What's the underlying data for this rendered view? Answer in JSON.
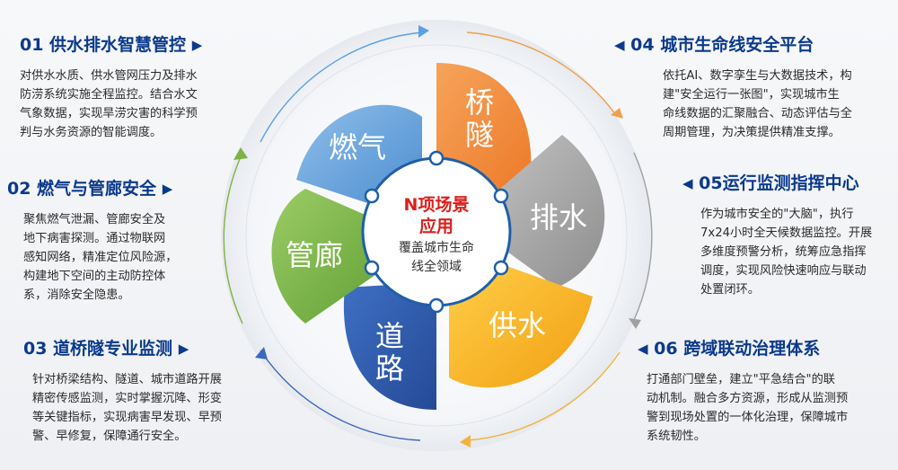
{
  "center": {
    "title_line1": "N项场景",
    "title_line2": "应用",
    "subtitle_line1": "覆盖城市生命",
    "subtitle_line2": "线全领域"
  },
  "petals": {
    "qiaosui": {
      "char1": "桥",
      "char2": "隧",
      "color": "#f08a3c"
    },
    "paishui": {
      "char1": "排水",
      "color": "#a9a9a9"
    },
    "gongshui": {
      "char1": "供水",
      "color": "#f7b21e"
    },
    "daolu": {
      "char1": "道",
      "char2": "路",
      "color": "#2f5fb3"
    },
    "guanlang": {
      "char1": "管廊",
      "color": "#7cb342"
    },
    "ranqi": {
      "char1": "燃气",
      "color": "#5b9bd5"
    }
  },
  "sections": {
    "s01": {
      "title": "01 供水排水智慧管控",
      "lines": [
        "对供水水质、供水管网压力及排水",
        "防涝系统实施全程监控。结合水文",
        "气象数据，实现旱涝灾害的科学预",
        "判与水务资源的智能调度。"
      ]
    },
    "s02": {
      "title": "02 燃气与管廊安全",
      "lines": [
        "聚焦燃气泄漏、管廊安全及",
        "地下病害探测。通过物联网",
        "感知网络，精准定位风险源，",
        "构建地下空间的主动防控体",
        "系，消除安全隐患。"
      ]
    },
    "s03": {
      "title": "03 道桥隧专业监测",
      "lines": [
        "针对桥梁结构、隧道、城市道路开展",
        "精密传感监测，实时掌握沉降、形变",
        "等关键指标，实现病害早发现、早预",
        "警、早修复，保障通行安全。"
      ]
    },
    "s04": {
      "title": "04 城市生命线安全平台",
      "lines": [
        "依托AI、数字孪生与大数据技术，构",
        "建\"安全运行一张图\"，实现城市生",
        "命线数据的汇聚融合、动态评估与全",
        "周期管理，为决策提供精准支撑。"
      ]
    },
    "s05": {
      "title": "05运行监测指挥中心",
      "lines": [
        "作为城市安全的\"大脑\"，执行",
        "7x24小时全天候数据监控。开展",
        "多维度预警分析，统筹应急指挥",
        "调度，实现风险快速响应与联动",
        "处置闭环。"
      ]
    },
    "s06": {
      "title": "06 跨域联动治理体系",
      "lines": [
        "打通部门壁垒，建立\"平急结合\"的联",
        "动机制。融合多方资源，形成从监测预",
        "警到现场处置的一体化治理，保障城市",
        "系统韧性。"
      ]
    }
  },
  "colors": {
    "title_blue": "#0b3a8c",
    "center_red": "#d9201e",
    "ring_blue": "#1f5fa8"
  },
  "icons": [
    "right-arrow-icon",
    "left-arrow-icon"
  ]
}
